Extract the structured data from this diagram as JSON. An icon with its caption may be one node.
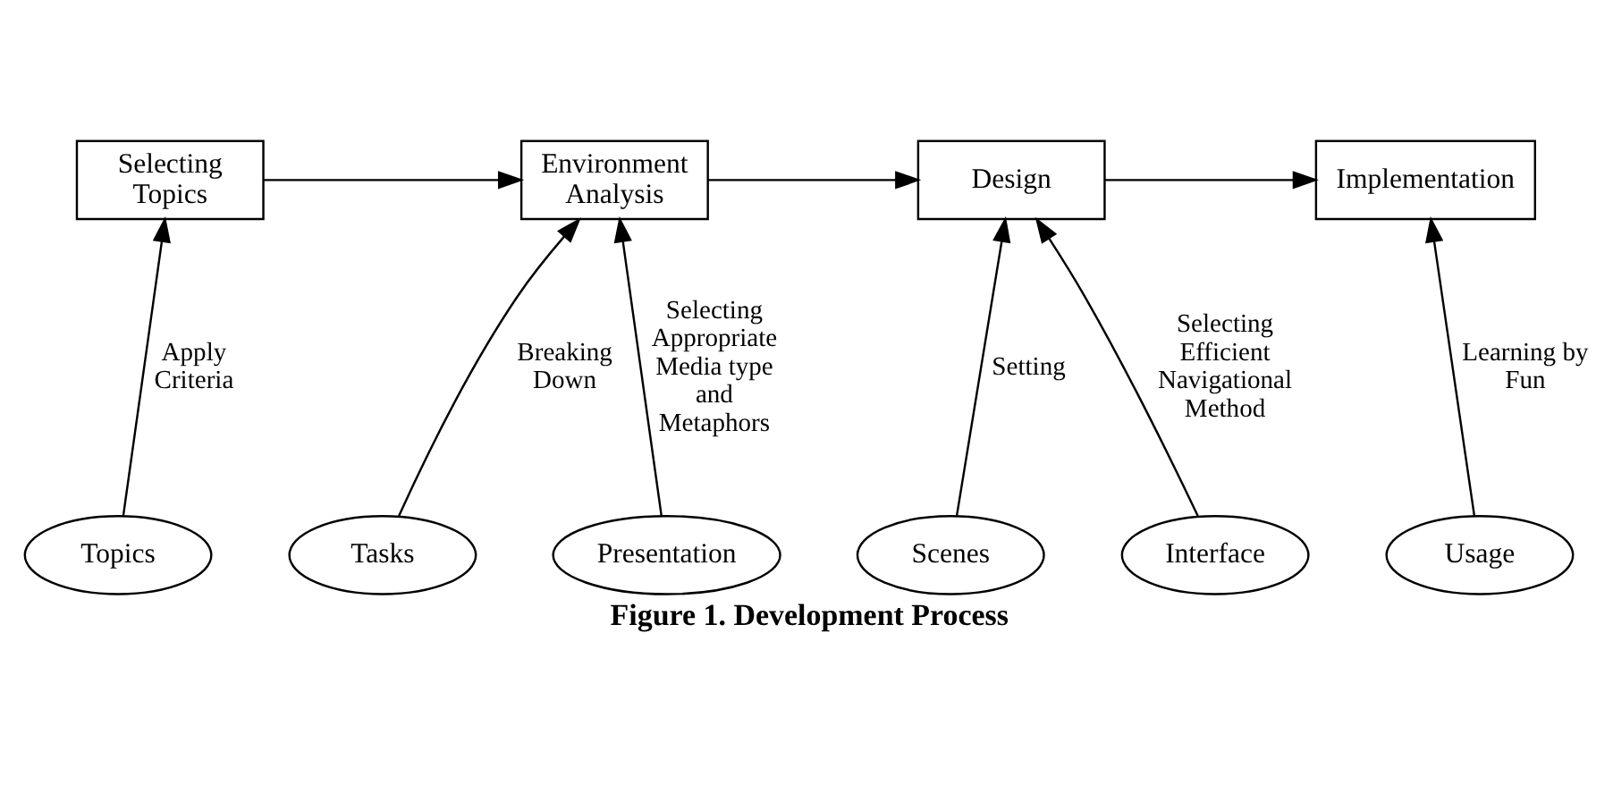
{
  "diagram": {
    "caption": "Figure 1. Development Process",
    "nodes": [
      {
        "text": [
          "Selecting Topics"
        ]
      },
      {
        "text": [
          "Environment Analysis"
        ]
      },
      {
        "text": [
          "Design"
        ]
      },
      {
        "text": [
          "Implementation"
        ]
      },
      {
        "text": [
          "Topics"
        ]
      },
      {
        "text": [
          "Tasks"
        ]
      },
      {
        "text": [
          "Presentation"
        ]
      },
      {
        "text": [
          "Scenes"
        ]
      },
      {
        "text": [
          "Interface"
        ]
      },
      {
        "text": [
          "Usage"
        ]
      }
    ],
    "edges": [
      {
        "from": 0,
        "to": 1,
        "arrow": "to"
      },
      {
        "from": 1,
        "to": 2,
        "arrow": "to"
      },
      {
        "from": 2,
        "to": 3,
        "arrow": "to"
      },
      {
        "from": 4,
        "to": 0,
        "arrow": "to",
        "label": "Apply Criteria"
      },
      {
        "from": 5,
        "to": 1,
        "arrow": "to",
        "label": "Breaking Down"
      },
      {
        "from": 6,
        "to": 1,
        "arrow": "to",
        "label": "Selecting Appropriate Media type and Metaphors"
      },
      {
        "from": 7,
        "to": 2,
        "arrow": "to",
        "label": "Setting"
      },
      {
        "from": 8,
        "to": 2,
        "arrow": "to",
        "label": "Selecting Efficient Navigational Method"
      },
      {
        "from": 9,
        "to": 3,
        "arrow": "to",
        "label": "Learning by Fun"
      }
    ]
  }
}
